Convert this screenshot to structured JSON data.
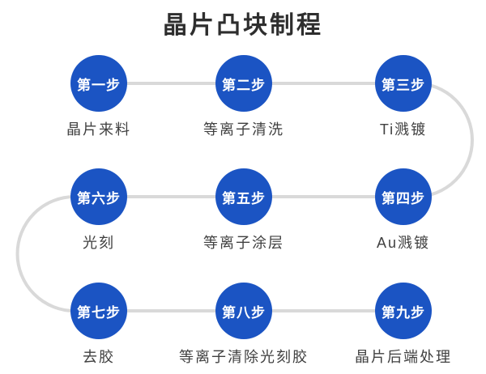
{
  "title": "晶片凸块制程",
  "colors": {
    "circle_fill": "#1b54c3",
    "connector": "#d9d9d9",
    "title_text": "#2e2e2e",
    "label_text": "#404040",
    "step_text": "#ffffff",
    "background": "#ffffff"
  },
  "steps": [
    {
      "step": "第一步",
      "label": "晶片来料"
    },
    {
      "step": "第二步",
      "label": "等离子清洗"
    },
    {
      "step": "第三步",
      "label": "Ti溅镀"
    },
    {
      "step": "第四步",
      "label": "Au溅镀"
    },
    {
      "step": "第五步",
      "label": "等离子涂层"
    },
    {
      "step": "第六步",
      "label": "光刻"
    },
    {
      "step": "第七步",
      "label": "去胶"
    },
    {
      "step": "第八步",
      "label": "等离子清除光刻胶"
    },
    {
      "step": "第九步",
      "label": "晶片后端处理"
    }
  ]
}
